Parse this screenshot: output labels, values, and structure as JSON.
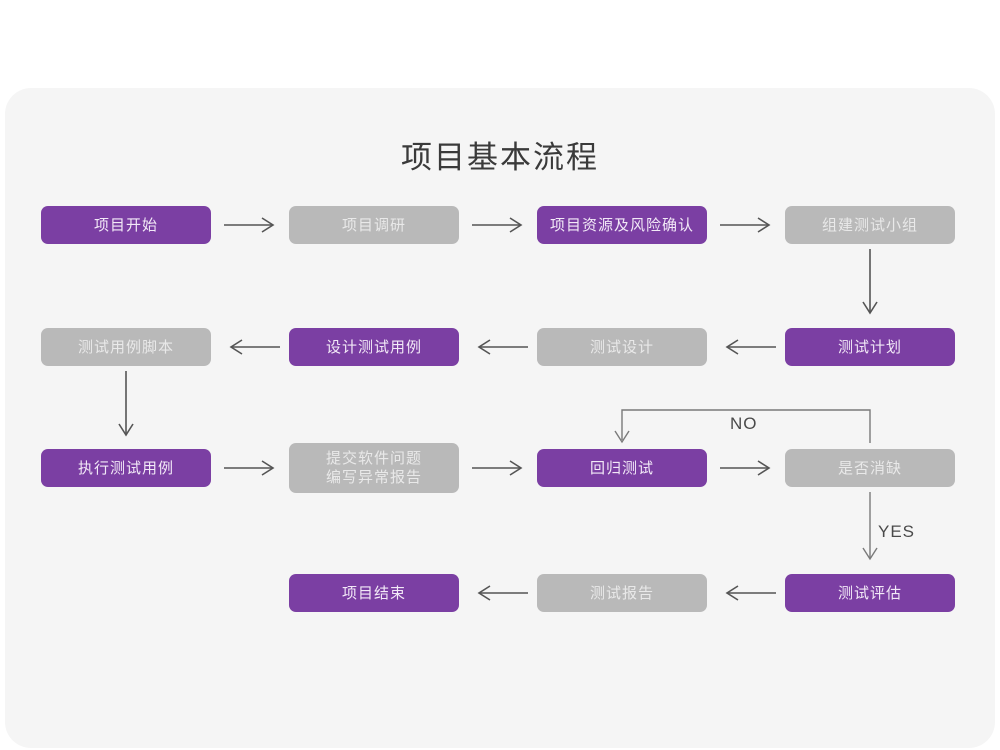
{
  "diagram": {
    "title": "项目基本流程",
    "background_color": "#ffffff",
    "panel_color": "#f5f5f5",
    "accent_purple": "#7b3fa3",
    "accent_gray": "#b9b9b9",
    "connector_color": "#555555"
  },
  "nodes": {
    "n1": {
      "label": "项目开始",
      "style": "purple"
    },
    "n2": {
      "label": "项目调研",
      "style": "gray"
    },
    "n3": {
      "label": "项目资源及风险确认",
      "style": "purple"
    },
    "n4": {
      "label": "组建测试小组",
      "style": "gray"
    },
    "n5": {
      "label": "测试用例脚本",
      "style": "gray"
    },
    "n6": {
      "label": "设计测试用例",
      "style": "purple"
    },
    "n7": {
      "label": "测试设计",
      "style": "gray"
    },
    "n8": {
      "label": "测试计划",
      "style": "purple"
    },
    "n9": {
      "label": "执行测试用例",
      "style": "purple"
    },
    "n10": {
      "label_line1": "提交软件问题",
      "label_line2": "编写异常报告",
      "style": "gray"
    },
    "n11": {
      "label": "回归测试",
      "style": "purple"
    },
    "n12": {
      "label": "是否消缺",
      "style": "gray"
    },
    "n13": {
      "label": "项目结束",
      "style": "purple"
    },
    "n14": {
      "label": "测试报告",
      "style": "gray"
    },
    "n15": {
      "label": "测试评估",
      "style": "purple"
    }
  },
  "branch_labels": {
    "no": "NO",
    "yes": "YES"
  },
  "flow": {
    "row1": [
      "项目开始",
      "项目调研",
      "项目资源及风险确认",
      "组建测试小组"
    ],
    "row2": [
      "测试用例脚本",
      "设计测试用例",
      "测试设计",
      "测试计划"
    ],
    "row3": [
      "执行测试用例",
      "提交软件问题 编写异常报告",
      "回归测试",
      "是否消缺"
    ],
    "row4": [
      "项目结束",
      "测试报告",
      "测试评估"
    ]
  }
}
